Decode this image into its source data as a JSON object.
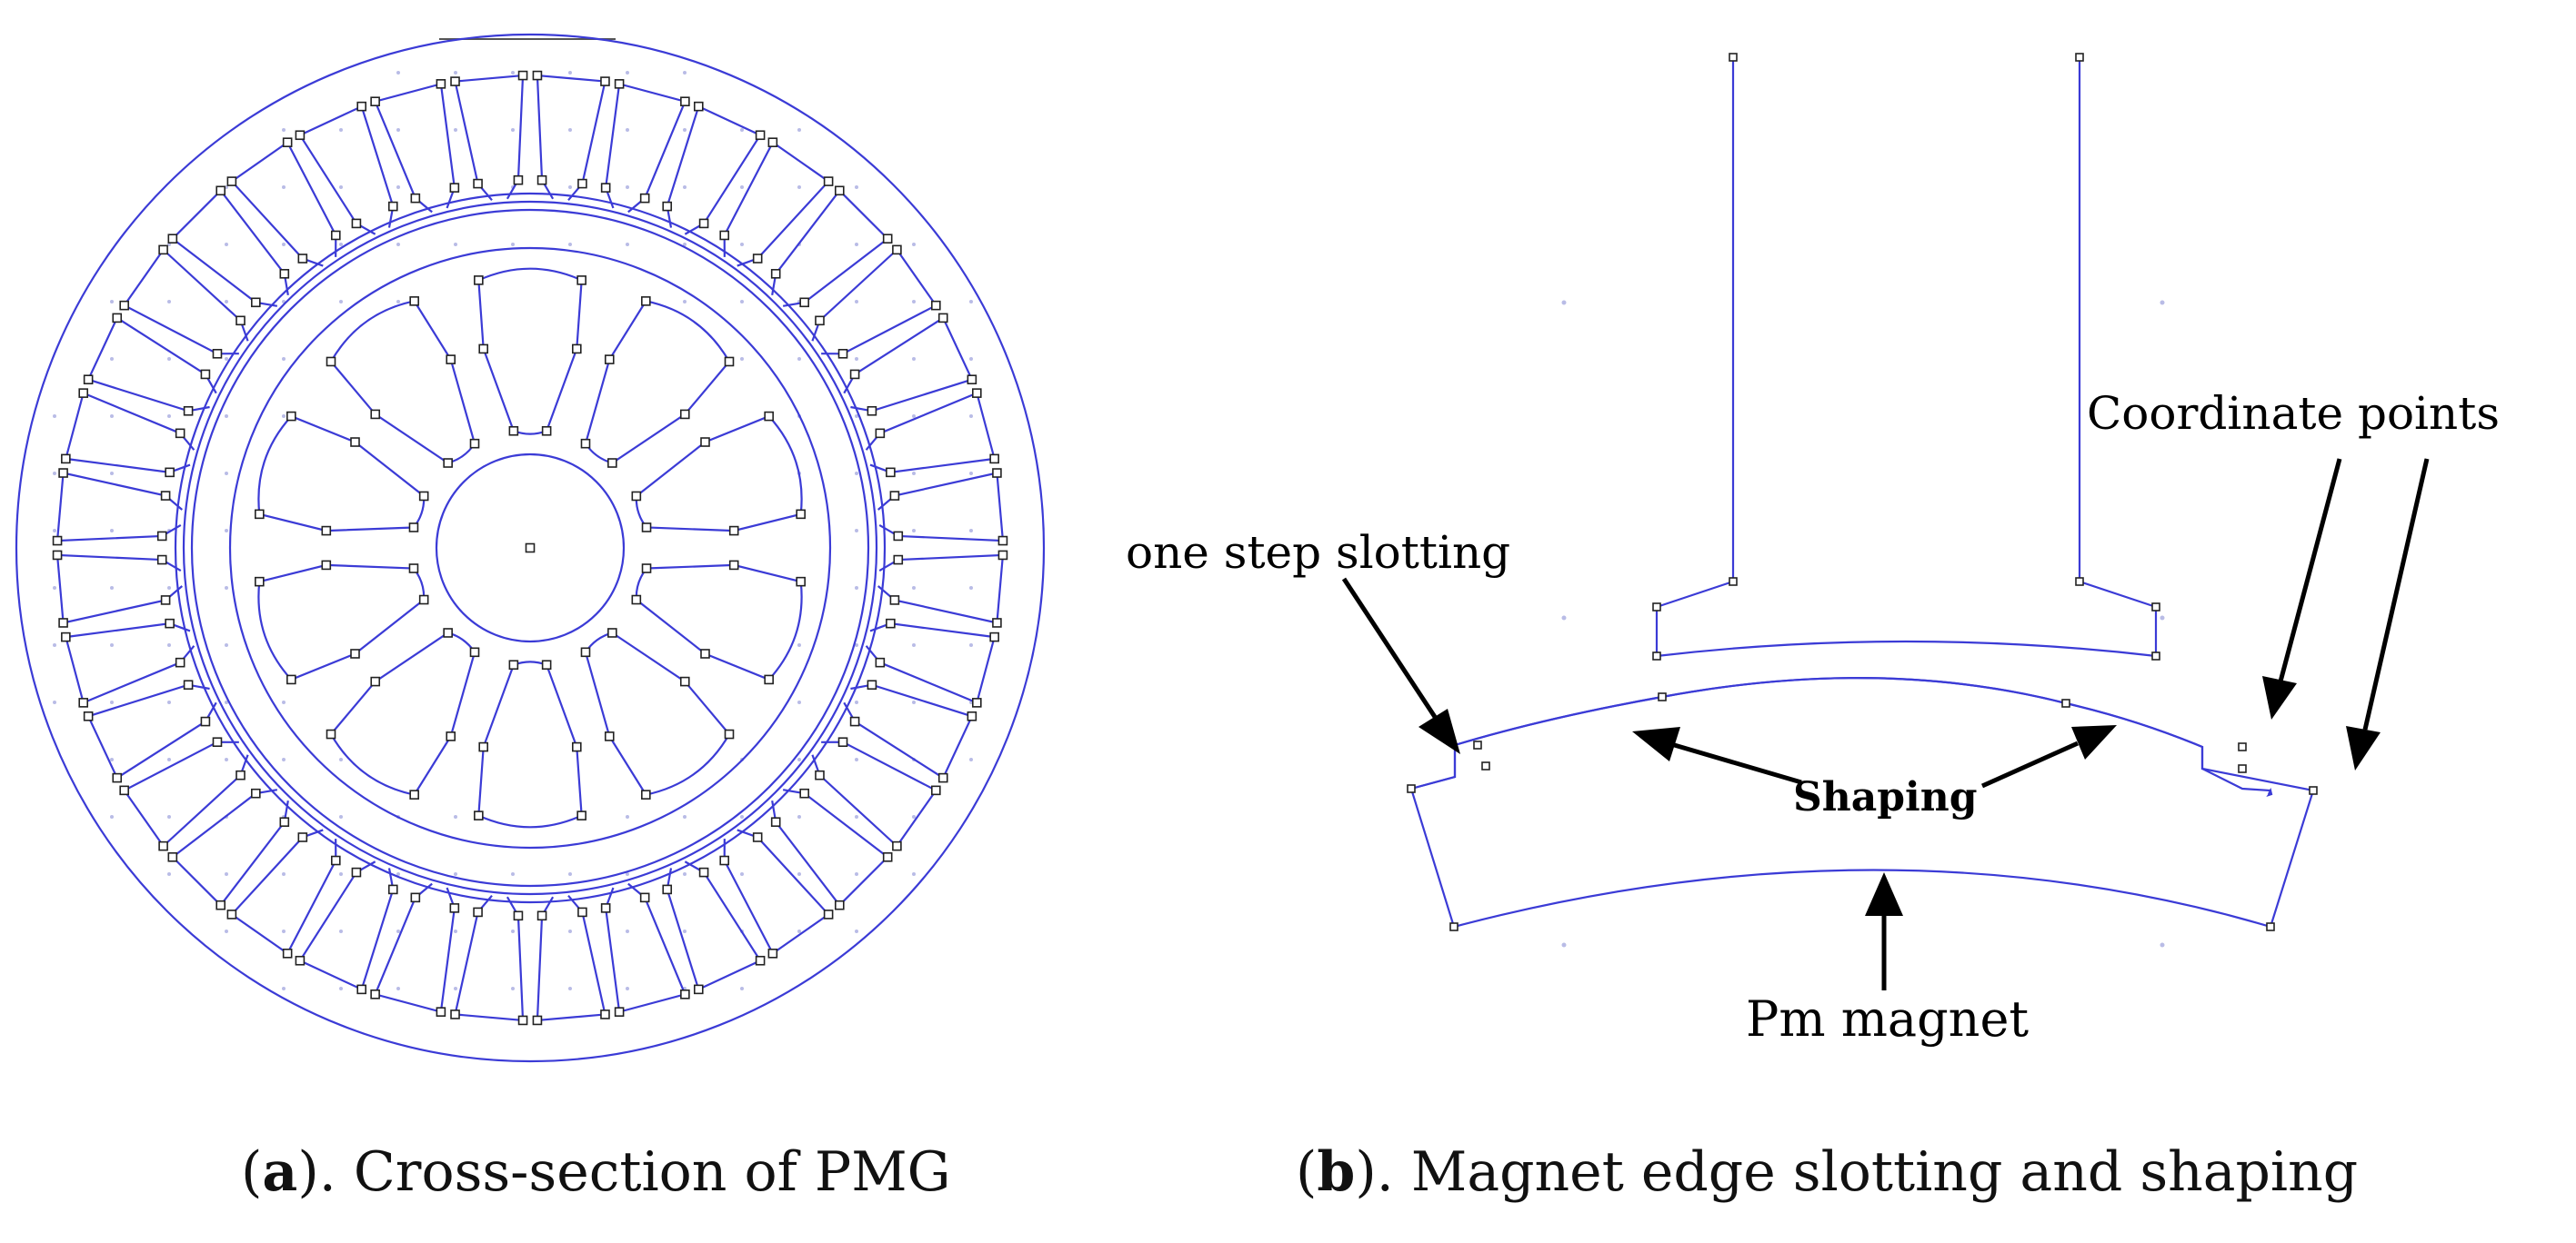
{
  "figure": {
    "panel_a": {
      "caption_letter": "a",
      "caption_text": "). Cross-section of PMG"
    },
    "panel_b": {
      "caption_letter": "b",
      "caption_text": "). Magnet edge slotting and shaping",
      "labels": {
        "one_step_slotting": "one step slotting",
        "coordinate_points": "Coordinate points",
        "shaping": "Shaping",
        "pm_magnet": "Pm magnet"
      }
    },
    "colors": {
      "geometry": "#3b3bd6",
      "nodes": "#222222",
      "text": "#000000"
    }
  }
}
